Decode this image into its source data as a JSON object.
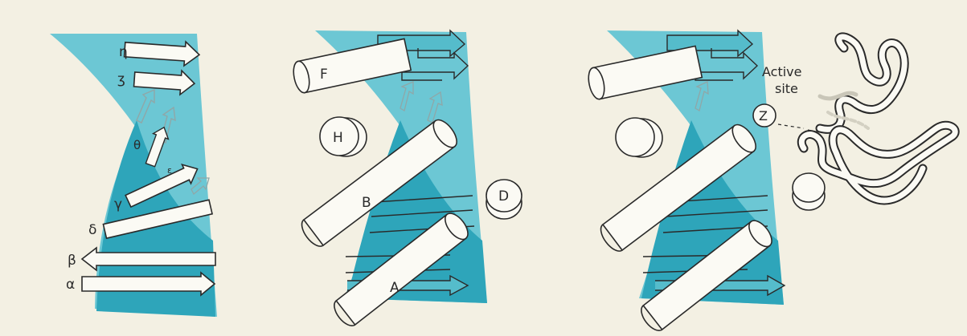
{
  "colors": {
    "background": "#f3f0e3",
    "sheet_light": "#5fc3d2",
    "sheet_dark": "#2aa3b8",
    "outline": "#2a2a2a",
    "helix_fill": "#fbfaf4"
  },
  "panel1": {
    "strand_labels": [
      "η",
      "ʒ",
      "θ",
      "ε",
      "γ",
      "δ",
      "β",
      "α"
    ]
  },
  "panel2": {
    "helix_labels": [
      "F",
      "H",
      "B",
      "D",
      "A"
    ]
  },
  "panel3": {
    "active_site_line1": "Active",
    "active_site_line2": "site",
    "domain_label": "Z"
  }
}
